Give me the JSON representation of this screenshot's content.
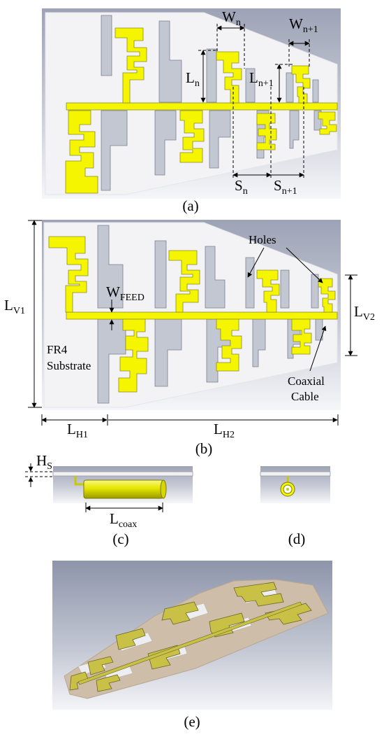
{
  "panels": {
    "a": {
      "caption": "(a)",
      "labels": {
        "w_n": {
          "main": "W",
          "sub": "n"
        },
        "w_n1": {
          "main": "W",
          "sub": "n+1"
        },
        "l_n": {
          "main": "L",
          "sub": "n"
        },
        "l_n1": {
          "main": "L",
          "sub": "n+1"
        },
        "s_n": {
          "main": "S",
          "sub": "n"
        },
        "s_n1": {
          "main": "S",
          "sub": "n+1"
        }
      }
    },
    "b": {
      "caption": "(b)",
      "labels": {
        "l_v1": {
          "main": "L",
          "sub": "V1"
        },
        "l_v2": {
          "main": "L",
          "sub": "V2"
        },
        "w_feed": {
          "main": "W",
          "sub": "FEED"
        },
        "l_h1": {
          "main": "L",
          "sub": "H1"
        },
        "l_h2": {
          "main": "L",
          "sub": "H2"
        },
        "holes": "Holes",
        "substrate_line1": "FR4",
        "substrate_line2": "Substrate",
        "coax_line1": "Coaxial",
        "coax_line2": "Cable"
      }
    },
    "c": {
      "caption": "(c)",
      "labels": {
        "h_s": {
          "main": "H",
          "sub": "S"
        },
        "l_coax": {
          "main": "L",
          "sub": "coax"
        }
      }
    },
    "d": {
      "caption": "(d)"
    },
    "e": {
      "caption": "(e)"
    }
  },
  "colors": {
    "patch": "#f5f500",
    "patch_edge": "#8a8a2a",
    "slot": "#c4c8d2",
    "substrate": "#f2f2f4",
    "background_dark": "#a0a6b8",
    "background_light": "#f4f5f8",
    "coax": "#e0e000",
    "iso_substrate": "#c8b9a6",
    "iso_patch": "#c8c044"
  }
}
